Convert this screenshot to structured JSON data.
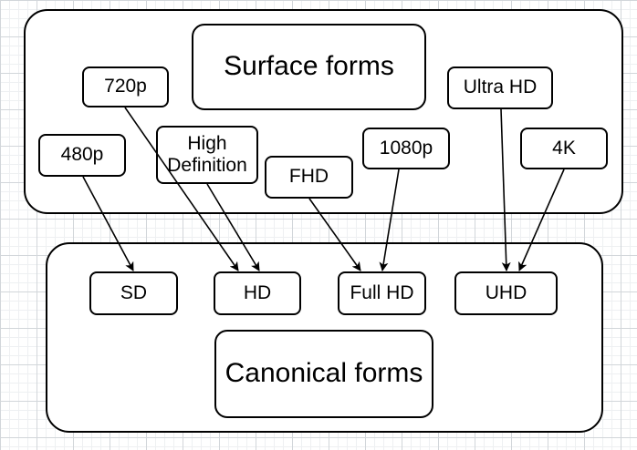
{
  "surface_group": {
    "title": "Surface forms",
    "nodes": {
      "n720p": "720p",
      "ultra_hd": "Ultra HD",
      "high_definition": "High Definition",
      "n1080p": "1080p",
      "n4k": "4K",
      "n480p": "480p",
      "fhd": "FHD"
    }
  },
  "canonical_group": {
    "title": "Canonical forms",
    "nodes": {
      "sd": "SD",
      "hd": "HD",
      "full_hd": "Full HD",
      "uhd": "UHD"
    }
  },
  "edges": [
    {
      "from": "480p",
      "to": "SD"
    },
    {
      "from": "720p",
      "to": "HD"
    },
    {
      "from": "High Definition",
      "to": "HD"
    },
    {
      "from": "FHD",
      "to": "Full HD"
    },
    {
      "from": "1080p",
      "to": "Full HD"
    },
    {
      "from": "Ultra HD",
      "to": "UHD"
    },
    {
      "from": "4K",
      "to": "UHD"
    }
  ]
}
